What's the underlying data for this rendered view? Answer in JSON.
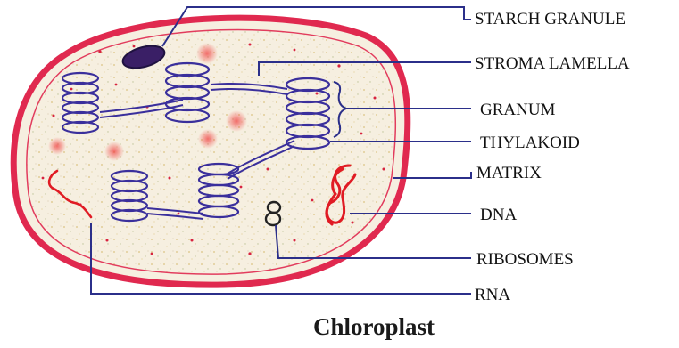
{
  "diagram": {
    "title": "Chloroplast",
    "labels": {
      "starch_granule": "STARCH GRANULE",
      "stroma_lamella": "STROMA LAMELLA",
      "granum": "GRANUM",
      "thylakoid": "THYLAKOID",
      "matrix": "MATRIX",
      "dna": "DNA",
      "ribosomes": "RIBOSOMES",
      "rna": "RNA"
    }
  },
  "colors": {
    "membrane": "#e0294f",
    "stroma_fill": "#f6efe0",
    "lamella": "#3a2f9c",
    "leader_line": "#2b2f8a",
    "starch": "#3a1f66",
    "dna_rna": "#e01b24",
    "ribosome": "#222222",
    "label_text": "#111111"
  }
}
